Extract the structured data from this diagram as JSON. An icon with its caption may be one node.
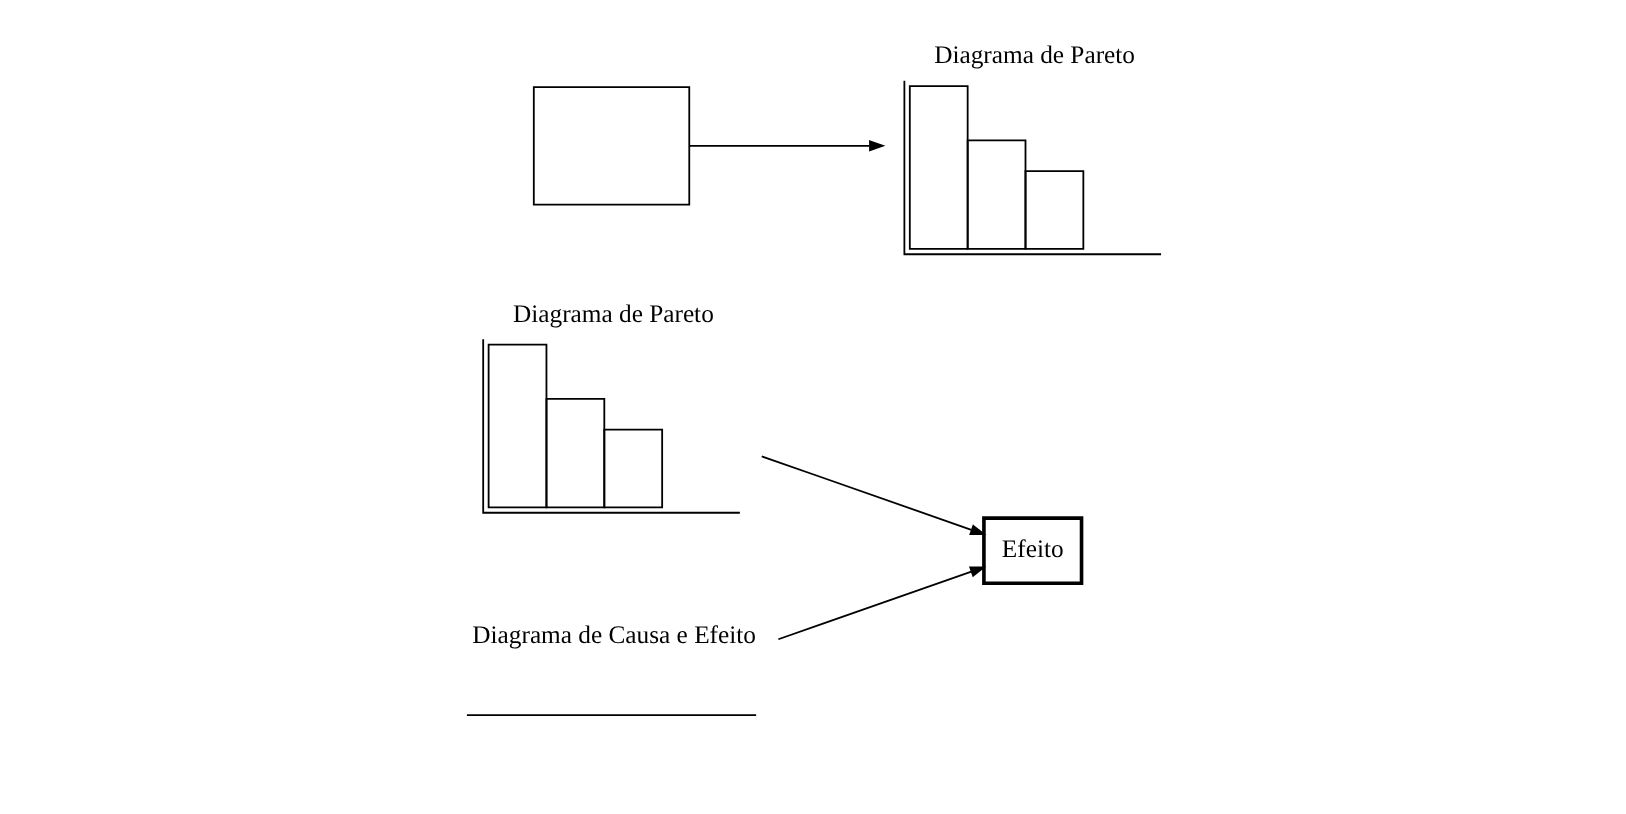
{
  "diagram": {
    "nodes": [
      {
        "text": [
          "Diagrama de Pareto"
        ]
      },
      {
        "text": [
          "Diagrama de Causa e Efeito"
        ]
      },
      {
        "text": [
          "Efeito"
        ]
      },
      {
        "text": [],
        "shape": "box"
      },
      {
        "text": [
          "Diagrama de Pareto"
        ]
      }
    ],
    "edges": [
      {
        "from": 0,
        "to": 2,
        "arrow": "to"
      },
      {
        "from": 1,
        "to": 2,
        "arrow": "to"
      },
      {
        "from": 3,
        "to": 4,
        "arrow": "to"
      }
    ]
  }
}
